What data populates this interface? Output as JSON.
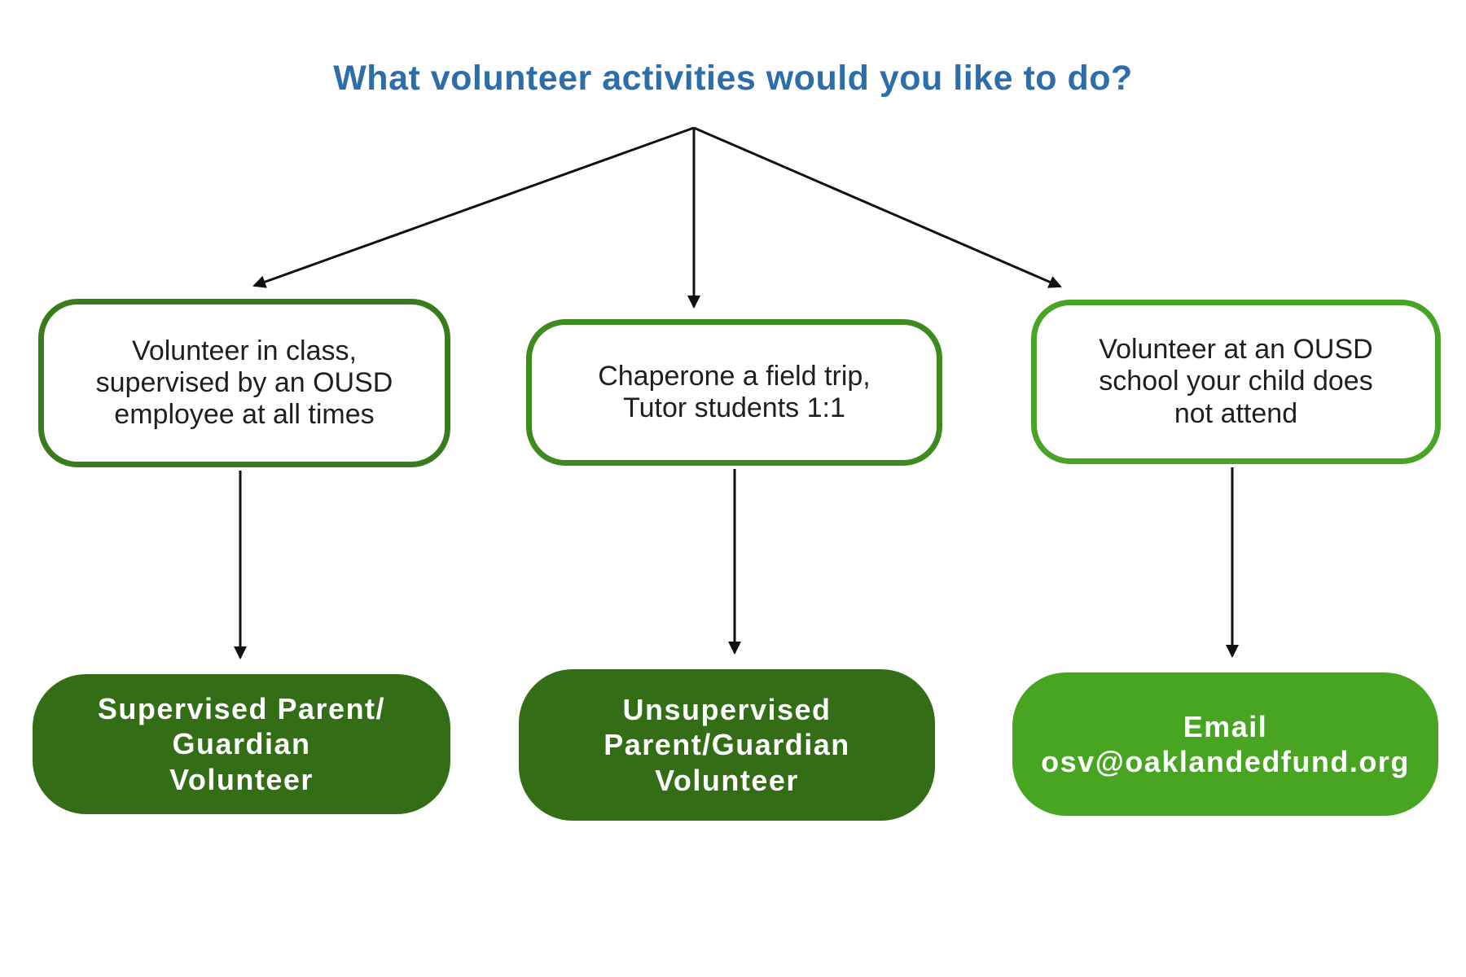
{
  "title": {
    "text": "What volunteer activities would you like to do?",
    "color": "#2d6da9"
  },
  "diagram": {
    "arrow_color": "#111111",
    "options": [
      {
        "id": "volunteer-in-class",
        "text": "Volunteer in class,\nsupervised by an OUSD\nemployee at all times",
        "border_color": "#3a7c1d"
      },
      {
        "id": "chaperone-tutor",
        "text": "Chaperone a field trip,\nTutor students 1:1",
        "border_color": "#3f8a1f"
      },
      {
        "id": "other-school",
        "text": "Volunteer at an OUSD\nschool your child does\nnot attend",
        "border_color": "#48a424"
      }
    ],
    "outcomes": [
      {
        "id": "supervised-volunteer",
        "text": "Supervised Parent/\nGuardian\nVolunteer",
        "fill_color": "#336e17"
      },
      {
        "id": "unsupervised-volunteer",
        "text": "Unsupervised\nParent/Guardian\nVolunteer",
        "fill_color": "#336e17"
      },
      {
        "id": "email-contact",
        "text": "Email\nosv@oaklandedfund.org",
        "fill_color": "#47a522"
      }
    ]
  }
}
